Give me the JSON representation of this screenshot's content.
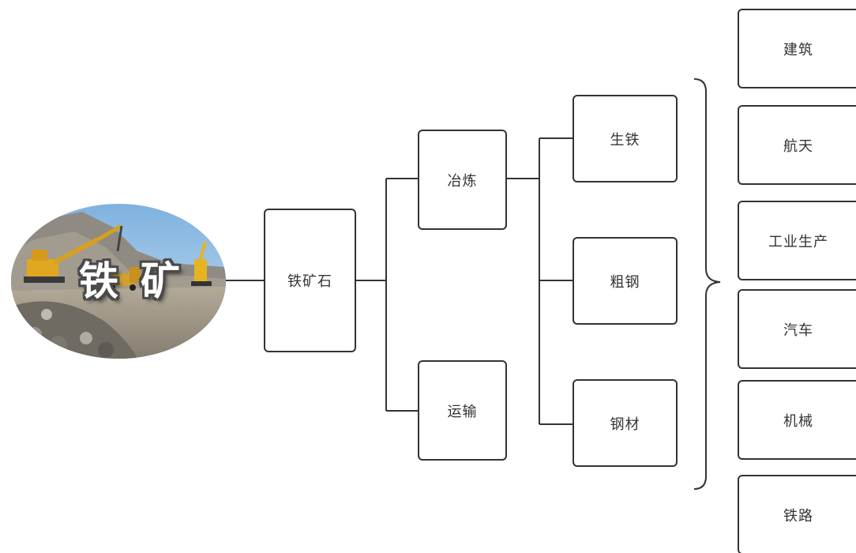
{
  "photo": {
    "title": "铁矿"
  },
  "nodes": {
    "ore": "铁矿石",
    "smelting": "冶炼",
    "transport": "运输",
    "pig_iron": "生铁",
    "crude_steel": "粗钢",
    "steel_products": "钢材",
    "uses": [
      "建筑",
      "航天",
      "工业生产",
      "汽车",
      "机械",
      "铁路"
    ]
  }
}
